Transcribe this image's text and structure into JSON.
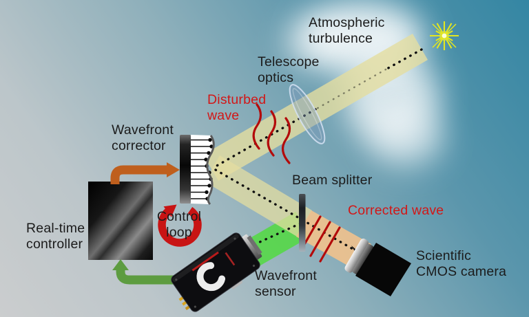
{
  "diagram_title": "Adaptive optics system diagram",
  "labels": {
    "atmospheric_turbulence": "Atmospheric\nturbulence",
    "telescope_optics": "Telescope\noptics",
    "disturbed_wave": "Disturbed\nwave",
    "wavefront_corrector": "Wavefront\ncorrector",
    "beam_splitter": "Beam splitter",
    "corrected_wave": "Corrected wave",
    "scientific_cmos_camera": "Scientific\nCMOS camera",
    "wavefront_sensor": "Wavefront\nsensor",
    "real_time_controller": "Real-time\ncontroller",
    "control_loop": "Control\nloop"
  },
  "colors": {
    "label_text": "#1b1b1b",
    "red_label": "#d21717",
    "wave_line_red": "#b30b0b",
    "beam_yellow": "#e4dda0",
    "beam_orange": "#efc18d",
    "beam_green": "#4fdc3c",
    "arrow_orange": "#bf5f1d",
    "arrow_green": "#5d9c40",
    "control_loop_red": "#c81414",
    "star_yellow": "#e4e71f",
    "sky_top_right": "#3486a3",
    "sky_bottom_left": "#cacccd"
  },
  "icons": {
    "star": "star-icon",
    "lens": "telescope-lens-icon",
    "control_loop": "circular-arrow-icon"
  }
}
